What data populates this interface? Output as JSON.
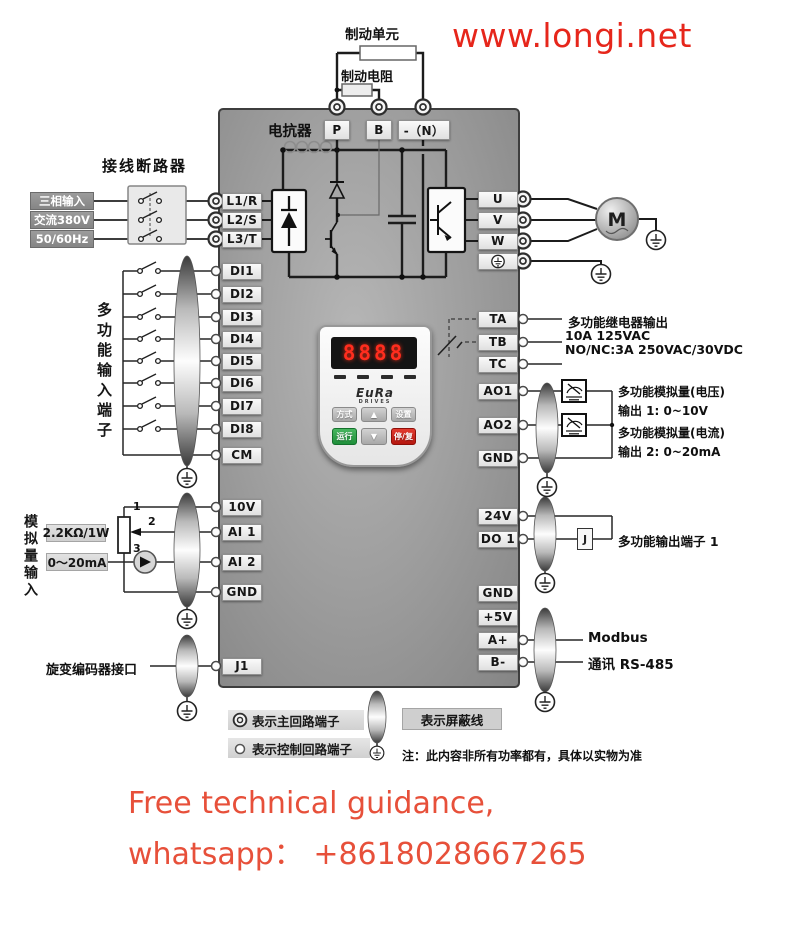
{
  "colors": {
    "brand_red": "#e6261b",
    "footer_red": "#e7503a",
    "body_gray": "#9d9d9d",
    "run_green": "#2fa14c",
    "stop_red": "#d5261e",
    "display_red": "#ff2d1e"
  },
  "header": {
    "website": "www.longi.net"
  },
  "braking": {
    "unit_label": "制动单元",
    "resistor_label": "制动电阻"
  },
  "reactor_label": "电抗器",
  "dc_terminals": [
    "P",
    "B",
    "-（N）"
  ],
  "input": {
    "breaker_label": "接线断路器",
    "source_lines": [
      "三相输入",
      "交流380V",
      "50/60Hz"
    ],
    "terminals": [
      "L1/R",
      "L2/S",
      "L3/T"
    ]
  },
  "digital_inputs": {
    "group_label": "多功能输入端子",
    "terminals": [
      "DI1",
      "DI2",
      "DI3",
      "DI4",
      "DI5",
      "DI6",
      "DI7",
      "DI8",
      "CM"
    ]
  },
  "analog_inputs": {
    "group_label": "模拟量输入",
    "resistor_label": "2.2KΩ/1W",
    "current_label": "0～20mA",
    "pot_pins": [
      "1",
      "2",
      "3"
    ],
    "terminals": [
      "10V",
      "AI 1",
      "AI 2",
      "GND"
    ]
  },
  "encoder": {
    "label": "旋变编码器接口",
    "terminal": "J1"
  },
  "output": {
    "terminals": [
      "U",
      "V",
      "W"
    ],
    "motor_label": "M"
  },
  "relay": {
    "terminals": [
      "TA",
      "TB",
      "TC"
    ],
    "desc": "多功能继电器输出",
    "rating1": "10A 125VAC",
    "rating2": "NO/NC:3A 250VAC/30VDC"
  },
  "analog_outputs": {
    "terminals": [
      "AO1",
      "AO2",
      "GND"
    ],
    "ch1_desc": "多功能模拟量(电压)",
    "ch1_range": "输出 1: 0~10V",
    "ch2_desc": "多功能模拟量(电流)",
    "ch2_range": "输出 2: 0~20mA"
  },
  "digital_output": {
    "terminals": [
      "24V",
      "DO 1"
    ],
    "relay_label": "J",
    "desc": "多功能输出端子 1"
  },
  "comm": {
    "terminals": [
      "GND",
      "+5V",
      "A+",
      "B-"
    ],
    "protocol": "Modbus",
    "bus": "通讯 RS-485"
  },
  "keypad": {
    "display": "8888",
    "brand": "EuRa",
    "brand_sub": "DRIVES",
    "buttons": [
      "方式",
      "▲",
      "设置",
      "运行",
      "▼",
      "停/复"
    ]
  },
  "legend": {
    "main_circuit": "表示主回路端子",
    "control_circuit": "表示控制回路端子",
    "shield": "表示屏蔽线",
    "note": "注：此内容非所有功率都有，具体以实物为准"
  },
  "footer": {
    "line1": "Free technical guidance,",
    "line2": "whatsapp： +8618028667265"
  }
}
